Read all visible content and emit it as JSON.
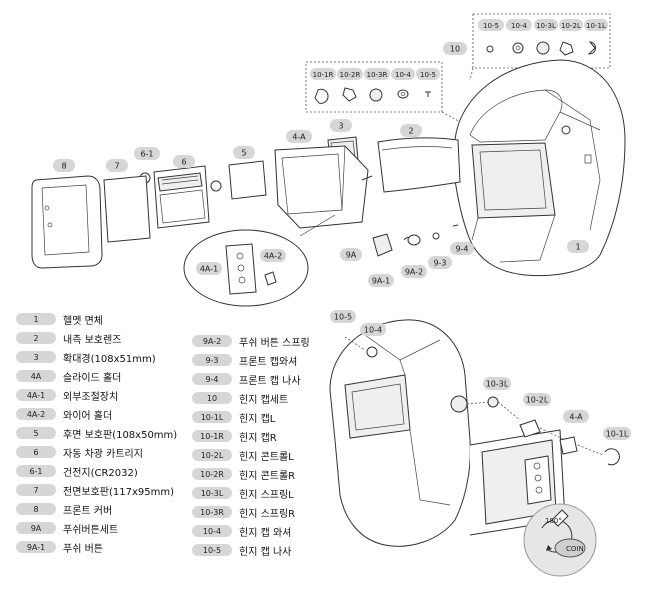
{
  "callouts": {
    "top_box_group": "10",
    "top_box": [
      "10-5",
      "10-4",
      "10-3L",
      "10-2L",
      "10-1L"
    ],
    "mid_box": [
      "10-1R",
      "10-2R",
      "10-3R",
      "10-4",
      "10-5"
    ],
    "p1": "1",
    "p2": "2",
    "p3": "3",
    "p4a": "4-A",
    "p5": "5",
    "p6": "6",
    "p6_1": "6-1",
    "p7": "7",
    "p8": "8",
    "p4a1": "4A-1",
    "p4a2": "4A-2",
    "p9a": "9A",
    "p9a1": "9A-1",
    "p9a2": "9A-2",
    "p9_3": "9-3",
    "p9_4": "9-4",
    "side_10_5": "10-5",
    "side_10_4": "10-4",
    "side_10_3l": "10-3L",
    "side_10_2l": "10-2L",
    "side_4a": "4-A",
    "side_10_1l": "10-1L",
    "coin_angle": "180°",
    "coin_text": "COIN"
  },
  "legend_left": [
    {
      "code": "1",
      "label": "헬멧 면체"
    },
    {
      "code": "2",
      "label": "내측 보호렌즈"
    },
    {
      "code": "3",
      "label": "확대경(108x51mm)"
    },
    {
      "code": "4A",
      "label": "슬라이드 홀더"
    },
    {
      "code": "4A-1",
      "label": "외부조절장치"
    },
    {
      "code": "4A-2",
      "label": "와이어 홀더"
    },
    {
      "code": "5",
      "label": "후면 보호판(108x50mm)"
    },
    {
      "code": "6",
      "label": "자동 차광 카트리지"
    },
    {
      "code": "6-1",
      "label": "건전지(CR2032)"
    },
    {
      "code": "7",
      "label": "전면보호판(117x95mm)"
    },
    {
      "code": "8",
      "label": "프론트 커버"
    },
    {
      "code": "9A",
      "label": "푸쉬버튼세트"
    },
    {
      "code": "9A-1",
      "label": "푸쉬 버튼"
    }
  ],
  "legend_right": [
    {
      "code": "9A-2",
      "label": "푸쉬 버튼 스프링"
    },
    {
      "code": "9-3",
      "label": "프론트 캡와셔"
    },
    {
      "code": "9-4",
      "label": "프론트 캡 나사"
    },
    {
      "code": "10",
      "label": "힌지 캡세트"
    },
    {
      "code": "10-1L",
      "label": "힌지 캡L"
    },
    {
      "code": "10-1R",
      "label": "힌지 캡R"
    },
    {
      "code": "10-2L",
      "label": "힌지 콘트롤L"
    },
    {
      "code": "10-2R",
      "label": "힌지 콘트롤R"
    },
    {
      "code": "10-3L",
      "label": "힌지 스프링L"
    },
    {
      "code": "10-3R",
      "label": "힌지 스프링R"
    },
    {
      "code": "10-4",
      "label": "힌지 캡 와셔"
    },
    {
      "code": "10-5",
      "label": "힌지 캡 나사"
    }
  ]
}
